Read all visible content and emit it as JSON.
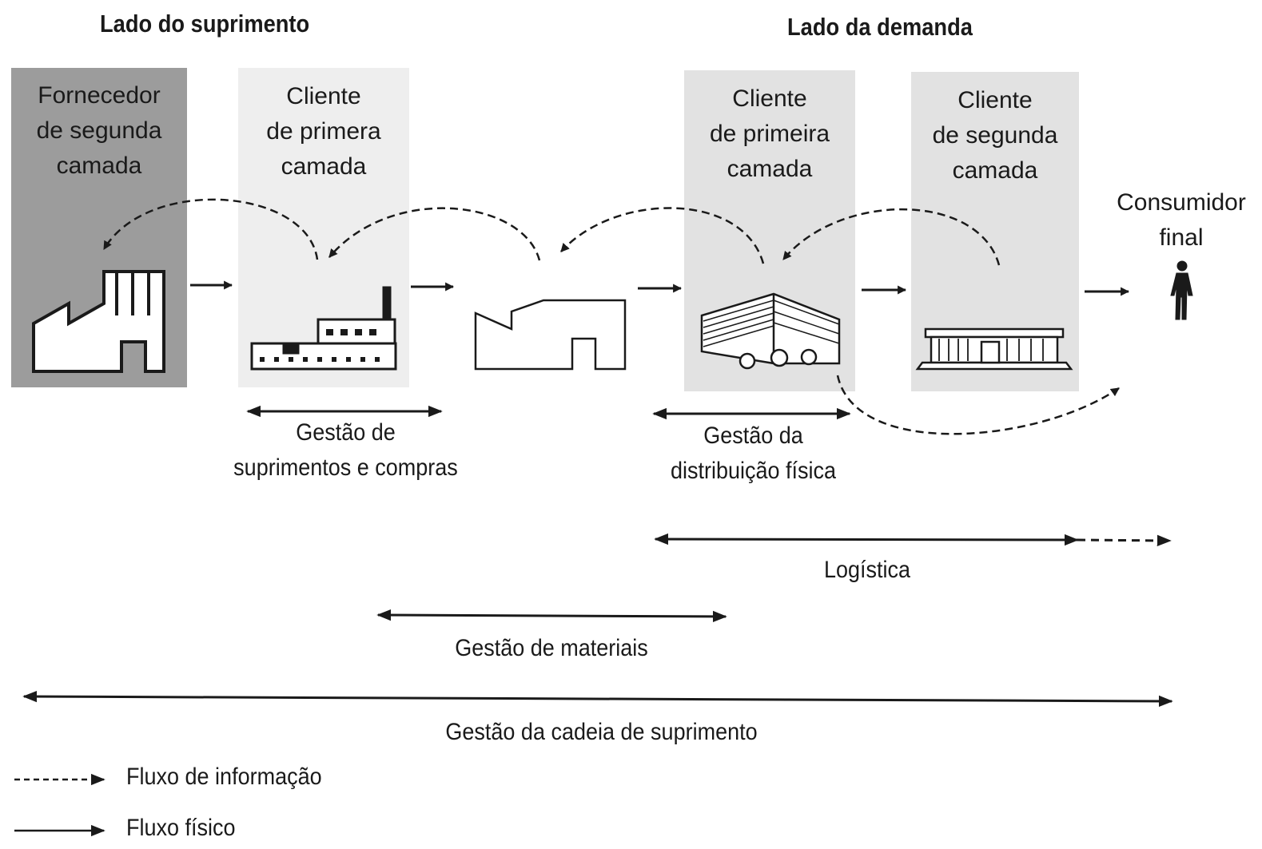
{
  "header": {
    "supply_side": "Lado do suprimento",
    "demand_side": "Lado da demanda"
  },
  "tiers": {
    "supplier_2": [
      "Fornecedor",
      "de segunda",
      "camada"
    ],
    "customer_1_supply": [
      "Cliente",
      "de primera",
      "camada"
    ],
    "customer_1_demand": [
      "Cliente",
      "de primeira",
      "camada"
    ],
    "customer_2": [
      "Cliente",
      "de segunda",
      "camada"
    ],
    "final_consumer": [
      "Consumidor",
      "final"
    ]
  },
  "spans": {
    "supply_purchasing": [
      "Gestão de",
      "suprimentos e compras"
    ],
    "physical_distribution": [
      "Gestão da",
      "distribuição física"
    ],
    "logistics": "Logística",
    "materials": "Gestão de materiais",
    "supply_chain": "Gestão da cadeia de suprimento"
  },
  "legend": {
    "information_flow": "Fluxo de informação",
    "physical_flow": "Fluxo físico"
  },
  "colors": {
    "supplier_box": "#9c9c9c",
    "customer_box": "#e2e2e2",
    "line": "#1a1a1a"
  },
  "icons": [
    "factory-smokestack-icon",
    "factory-plant-icon",
    "factory-outline-icon",
    "warehouse-icon",
    "store-icon",
    "person-icon"
  ]
}
